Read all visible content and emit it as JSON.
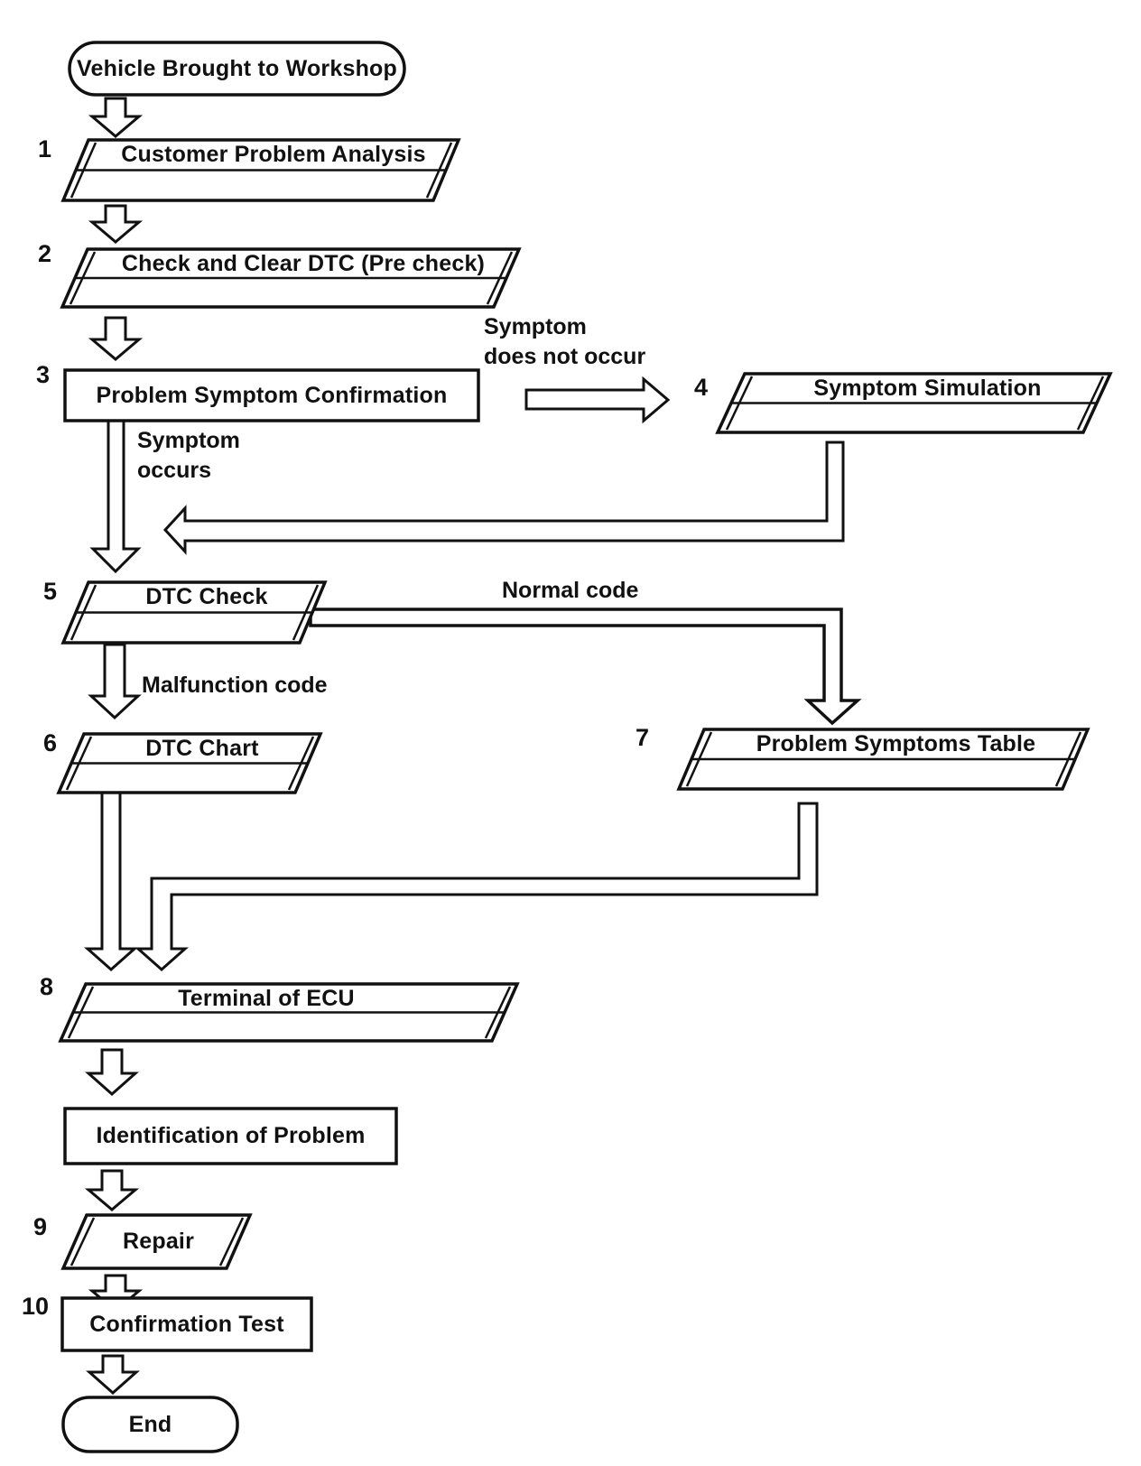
{
  "title": "Vehicle diagnostic troubleshooting flowchart",
  "colors": {
    "ink": "#111111",
    "paper": "#ffffff"
  },
  "nodes": {
    "start": {
      "label": "Vehicle Brought to Workshop"
    },
    "n1": {
      "number": "1",
      "label": "Customer Problem Analysis"
    },
    "n2": {
      "number": "2",
      "label": "Check and Clear DTC (Pre check)"
    },
    "n3": {
      "number": "3",
      "label": "Problem Symptom Confirmation"
    },
    "n4": {
      "number": "4",
      "label": "Symptom Simulation"
    },
    "n5": {
      "number": "5",
      "label": "DTC Check"
    },
    "n6": {
      "number": "6",
      "label": "DTC Chart"
    },
    "n7": {
      "number": "7",
      "label": "Problem Symptoms Table"
    },
    "n8": {
      "number": "8",
      "label": "Terminal of ECU"
    },
    "n9": {
      "label": "Identification of Problem"
    },
    "n10": {
      "number": "9",
      "label": "Repair"
    },
    "n11": {
      "number": "10",
      "label": "Confirmation Test"
    },
    "end": {
      "label": "End"
    }
  },
  "edges": {
    "symptom_does_not_occur": "Symptom\ndoes not occur",
    "symptom_occurs": "Symptom\noccurs",
    "normal_code": "Normal code",
    "malfunction_code": "Malfunction code"
  }
}
